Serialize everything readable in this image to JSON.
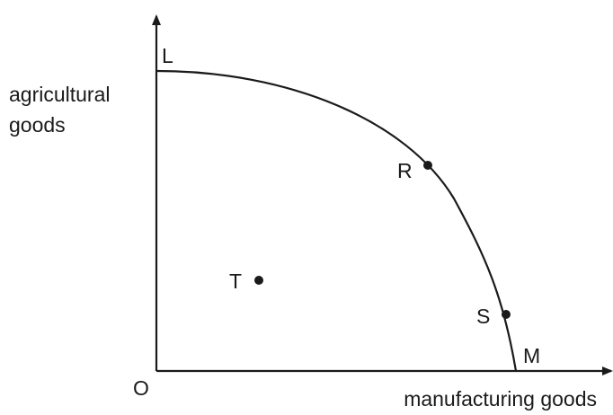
{
  "diagram": {
    "type": "production-possibility-frontier",
    "y_axis_label_lines": [
      "agricultural",
      "goods"
    ],
    "x_axis_label": "manufacturing goods",
    "origin_label": "O",
    "curve_endpoints": {
      "top": "L",
      "right": "M"
    },
    "points": [
      {
        "label": "R",
        "position": "on-curve"
      },
      {
        "label": "S",
        "position": "on-curve"
      },
      {
        "label": "T",
        "position": "inside-curve"
      }
    ],
    "colors": {
      "ink": "#1a1a1a",
      "background": "#ffffff"
    }
  }
}
